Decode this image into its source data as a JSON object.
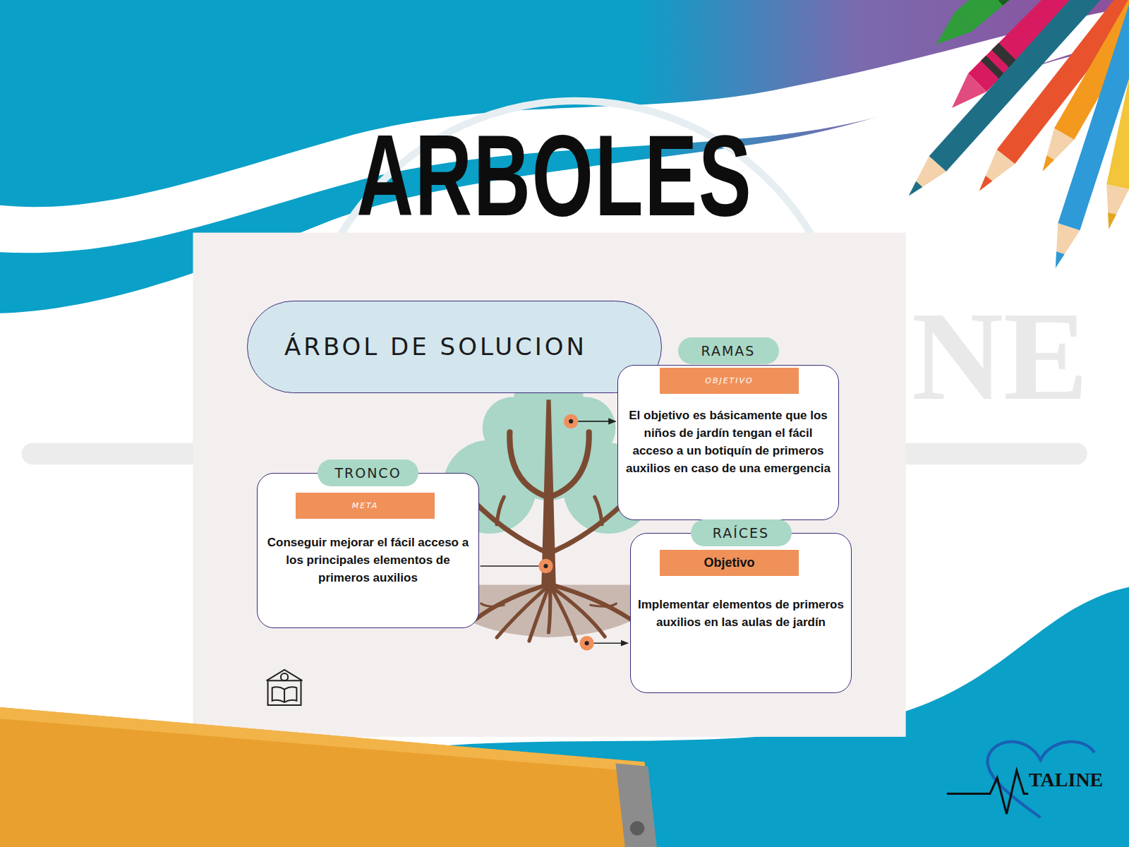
{
  "diagram": {
    "title": "ARBOLES",
    "nodes": [
      {
        "text": [
          "ÁRBOL DE SOLUCION"
        ]
      },
      {
        "text": [
          "RAMAS",
          "El objetivo es básicamente que los niños de jardín tengan el fácil acceso a un botiquín de primeros auxilios en caso de una emergencia"
        ]
      },
      {
        "text": [
          "OBJETIVO"
        ],
        "in": 1
      },
      {
        "text": [
          "TRONCO",
          "Conseguir mejorar el fácil acceso a los principales elementos de primeros auxilios"
        ]
      },
      {
        "text": [
          "META"
        ],
        "in": 3
      },
      {
        "text": [
          "RAÍCES",
          "Implementar elementos de primeros auxilios en las aulas de jardín"
        ]
      },
      {
        "text": [
          "Objetivo"
        ],
        "in": 5
      }
    ],
    "labels": [
      "NE",
      "TALINE"
    ]
  }
}
